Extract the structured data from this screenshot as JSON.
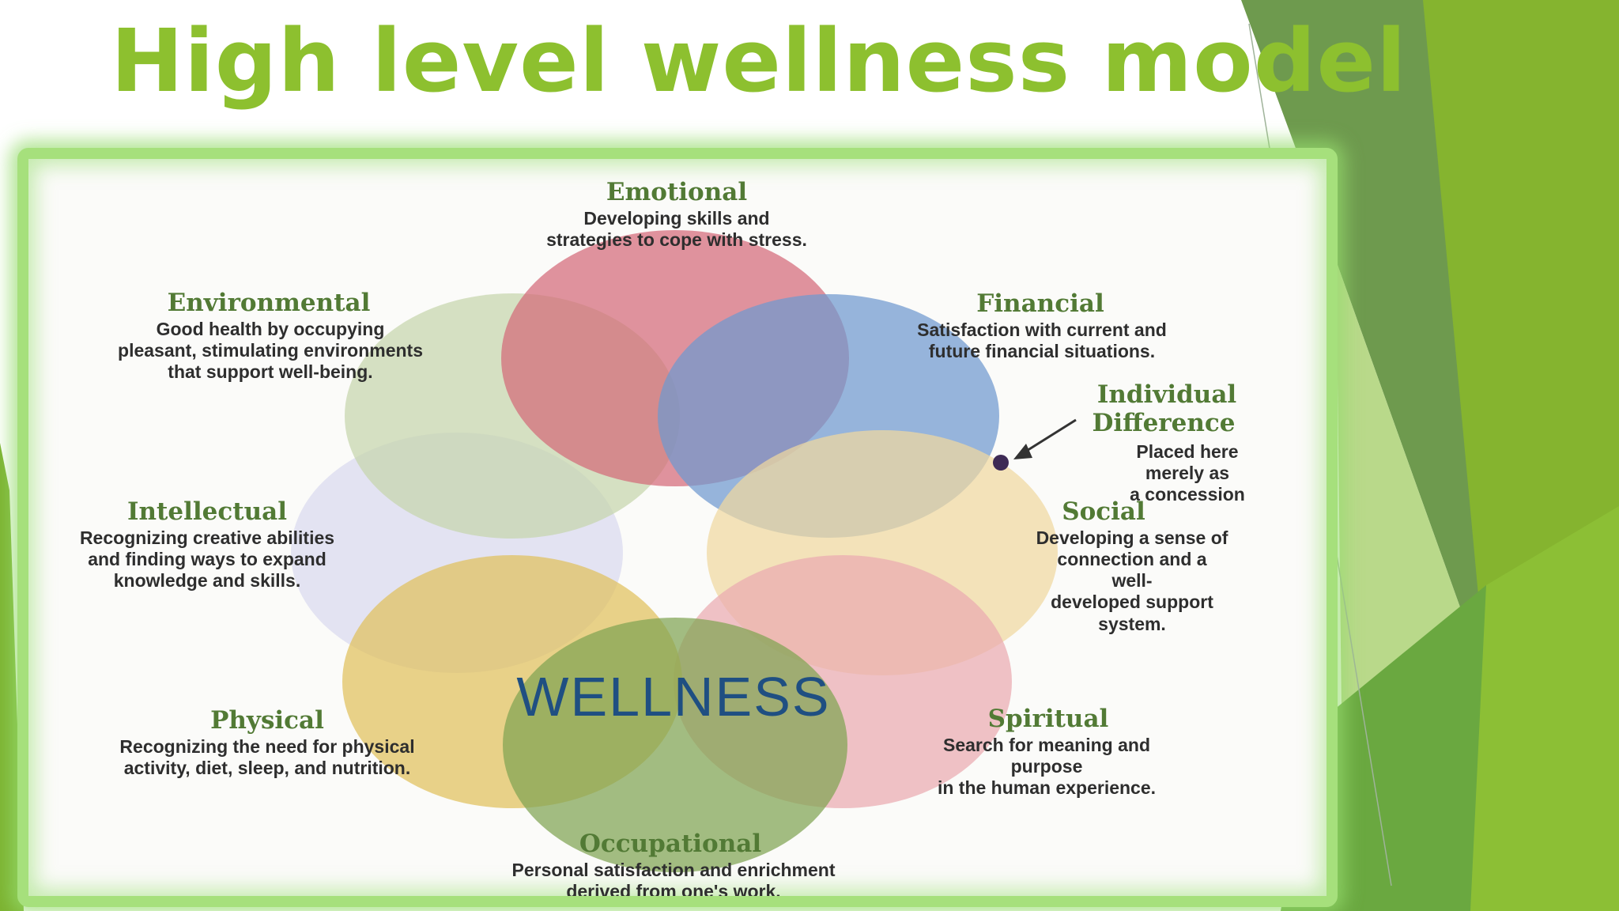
{
  "slide": {
    "title": "High level wellness model"
  },
  "diagram": {
    "center_label": "WELLNESS",
    "dimensions": [
      {
        "name": "Emotional",
        "desc": "Developing skills and\nstrategies to cope with stress.",
        "color": "#d46a78"
      },
      {
        "name": "Financial",
        "desc": "Satisfaction with current and\nfuture financial situations.",
        "color": "#6f98cf"
      },
      {
        "name": "Social",
        "desc": "Developing a sense of\nconnection and a well-\ndeveloped support system.",
        "color": "#f0d8a0"
      },
      {
        "name": "Spiritual",
        "desc": "Search for meaning and purpose\nin the human experience.",
        "color": "#eaaab0"
      },
      {
        "name": "Occupational",
        "desc": "Personal satisfaction and enrichment\nderived from one's work.",
        "color": "#7fa452"
      },
      {
        "name": "Physical",
        "desc": "Recognizing the need for physical\nactivity, diet, sleep, and nutrition.",
        "color": "#e0c15c"
      },
      {
        "name": "Intellectual",
        "desc": "Recognizing creative abilities\nand finding ways to expand\nknowledge and skills.",
        "color": "#d9d9ee"
      },
      {
        "name": "Environmental",
        "desc": "Good health by occupying\npleasant, stimulating environments\nthat support well-being.",
        "color": "#c6d6ac"
      }
    ],
    "annotation": {
      "title_line1": "Individual",
      "title_line2": "Difference",
      "desc": "Placed here merely as\na concession"
    }
  }
}
